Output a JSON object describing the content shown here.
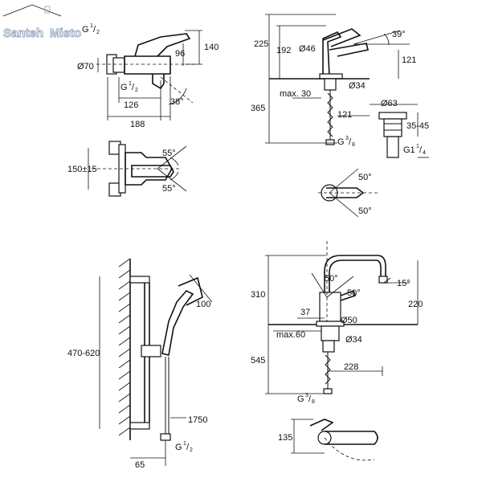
{
  "logo": {
    "text1": "Santeh",
    "text2": "Misto"
  },
  "bath_mixer": {
    "thread_g": "G",
    "thread_sup": "1",
    "thread_sub": "2",
    "d140": "140",
    "d96": "96",
    "d70": "Ø70",
    "thread2_g": "G",
    "thread2_sup": "1",
    "thread2_sub": "2",
    "d126": "126",
    "d188": "188",
    "a38": "38°"
  },
  "basin_mixer": {
    "d225": "225",
    "d192": "192",
    "d46": "Ø46",
    "a39": "39°",
    "d121a": "121",
    "dmax30": "max. 30",
    "d34": "Ø34",
    "d365": "365",
    "d121b": "121",
    "g_thread": "G",
    "g_sup": "3",
    "g_sub": "8"
  },
  "waste": {
    "d63": "Ø63",
    "d3545": "35-45",
    "g": "G1",
    "g_sup": "1",
    "g_sub": "4"
  },
  "wall_front": {
    "d150": "150±15",
    "a55a": "55°",
    "a55b": "55°"
  },
  "basin_top": {
    "a50a": "50°",
    "a50b": "50°"
  },
  "shower": {
    "d470": "470-620",
    "d100": "100",
    "d1750": "1750",
    "d65": "65",
    "g": "G",
    "g_sup": "1",
    "g_sub": "2"
  },
  "kitchen": {
    "a50a": "50°",
    "a50b": "50°",
    "a15": "15°",
    "d310": "310",
    "d220": "220",
    "d37": "37",
    "d50": "Ø50",
    "dmax60": "max.60",
    "d34": "Ø34",
    "d545": "545",
    "d228": "228",
    "g": "G",
    "g_sup": "3",
    "g_sub": "8"
  },
  "kitchen_top": {
    "d135": "135"
  }
}
